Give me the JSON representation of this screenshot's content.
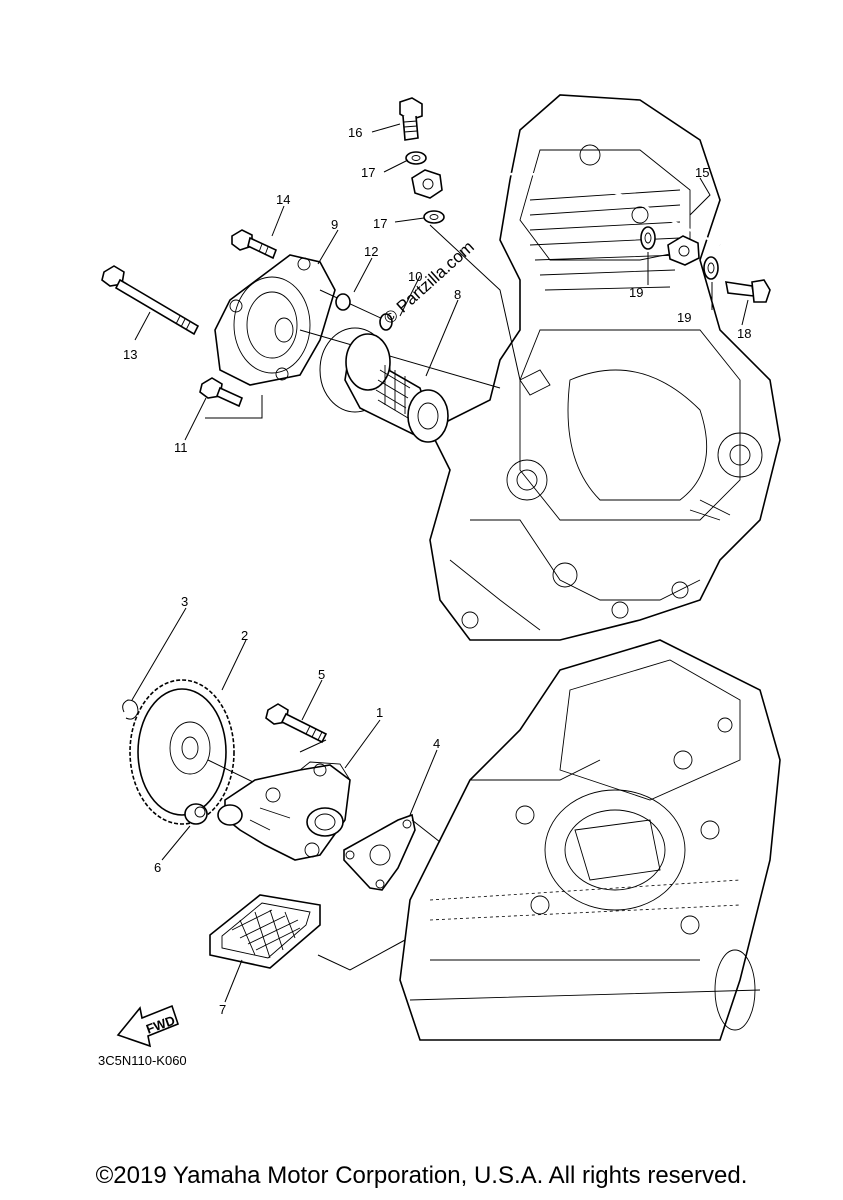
{
  "watermark": "© Partzilla.com",
  "diagram_code": "3C5N110-K060",
  "copyright": "©2019 Yamaha Motor Corporation, U.S.A. All rights reserved.",
  "fwd_arrow_label": "FWD",
  "callouts": {
    "p1": "1",
    "p2": "2",
    "p3": "3",
    "p4": "4",
    "p5": "5",
    "p6": "6",
    "p7": "7",
    "p8": "8",
    "p9": "9",
    "p10": "10",
    "p11": "11",
    "p12": "12",
    "p13": "13",
    "p14": "14",
    "p15": "15",
    "p16": "16",
    "p17a": "17",
    "p17b": "17",
    "p18": "18",
    "p19a": "19",
    "p19b": "19"
  }
}
